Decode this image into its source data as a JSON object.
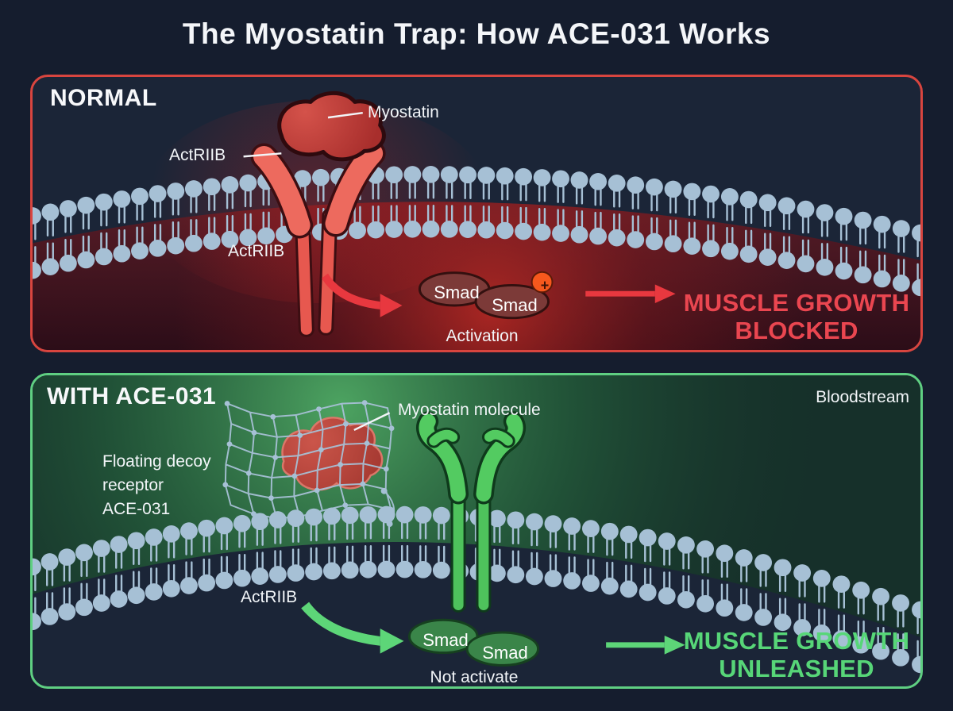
{
  "title": "The Myostatin Trap: How ACE-031 Works",
  "normal": {
    "heading": "NORMAL",
    "myostatin_label": "Myostatin",
    "actriib_top_label": "ActRIIB",
    "actriib_bottom_label": "ActRIIB",
    "smad1": "Smad",
    "smad2": "Smad",
    "plus_badge": "+",
    "activation_label": "Activation",
    "outcome_line1": "MUSCLE GROWTH",
    "outcome_line2": "BLOCKED"
  },
  "ace": {
    "heading": "WITH ACE-031",
    "bloodstream_label": "Bloodstream",
    "myostatin_molecule_label": "Myostatin molecule",
    "decoy_lines": [
      "Floating decoy",
      "receptor",
      "ACE-031"
    ],
    "actriib_label": "ActRIIB",
    "smad1": "Smad",
    "smad2": "Smad",
    "not_activate_label": "Not activate",
    "outcome_line1": "MUSCLE GROWTH",
    "outcome_line2": "UNLEASHED"
  },
  "colors": {
    "background": "#151d2e",
    "panel_background": "#1b2537",
    "red_border": "#d8453f",
    "green_border": "#5fcf82",
    "red_accent": "#ea4650",
    "green_accent": "#57d678",
    "membrane": "#a6c0d5",
    "receptor_red": "#e7584f",
    "receptor_green": "#4ec25c",
    "smad_red": "#7c3a38",
    "smad_green": "#3a8549",
    "plus_badge_color": "#f6581d",
    "text": "#f2f5f8"
  }
}
